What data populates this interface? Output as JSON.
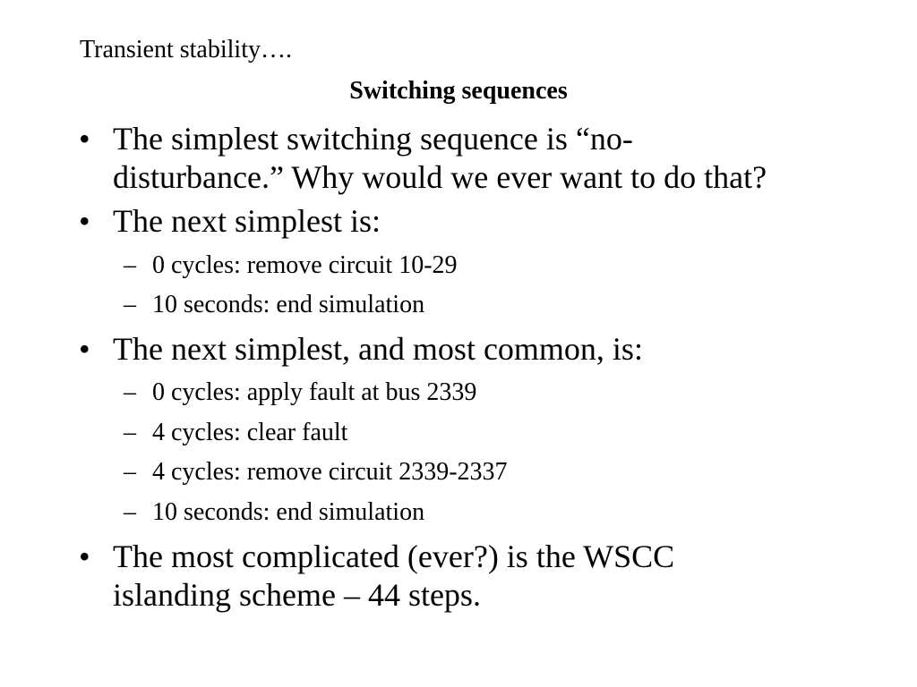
{
  "header": {
    "title": "Transient stability…."
  },
  "slide": {
    "title": "Switching sequences"
  },
  "bullets": [
    {
      "marker": "•",
      "line1": "The simplest switching sequence is “no-",
      "line2": "disturbance.” Why would we ever want to do that?"
    },
    {
      "marker": "•",
      "line1": "The next simplest is:"
    },
    {
      "marker": "•",
      "line1": "The next simplest, and most common, is:"
    },
    {
      "marker": "•",
      "line1": "The most complicated (ever?) is the WSCC",
      "line2": "islanding scheme – 44 steps."
    }
  ],
  "subitems": {
    "group1": [
      {
        "marker": "–",
        "text": "0 cycles: remove circuit 10-29"
      },
      {
        "marker": "–",
        "text": "10 seconds: end simulation"
      }
    ],
    "group2": [
      {
        "marker": "–",
        "text": "0 cycles: apply fault at bus 2339"
      },
      {
        "marker": "–",
        "text": "4 cycles: clear fault"
      },
      {
        "marker": "–",
        "text": "4 cycles: remove circuit 2339-2337"
      },
      {
        "marker": "–",
        "text": "10 seconds: end simulation"
      }
    ]
  }
}
